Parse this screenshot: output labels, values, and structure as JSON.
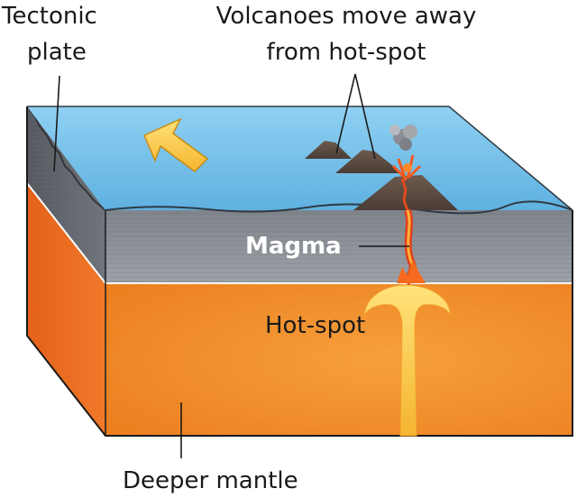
{
  "labels": {
    "tectonic_line1": "Tectonic",
    "tectonic_line2": "plate",
    "volcanoes_line1": "Volcanoes move away",
    "volcanoes_line2": "from hot-spot",
    "magma": "Magma",
    "hotspot": "Hot-spot",
    "deeper_mantle": "Deeper mantle"
  },
  "colors": {
    "ocean": "#7fc6ec",
    "plate": "#8a8f96",
    "mantle": "#ef7f22",
    "arrow": "#f7c13a",
    "plume": "#ffd24a"
  }
}
